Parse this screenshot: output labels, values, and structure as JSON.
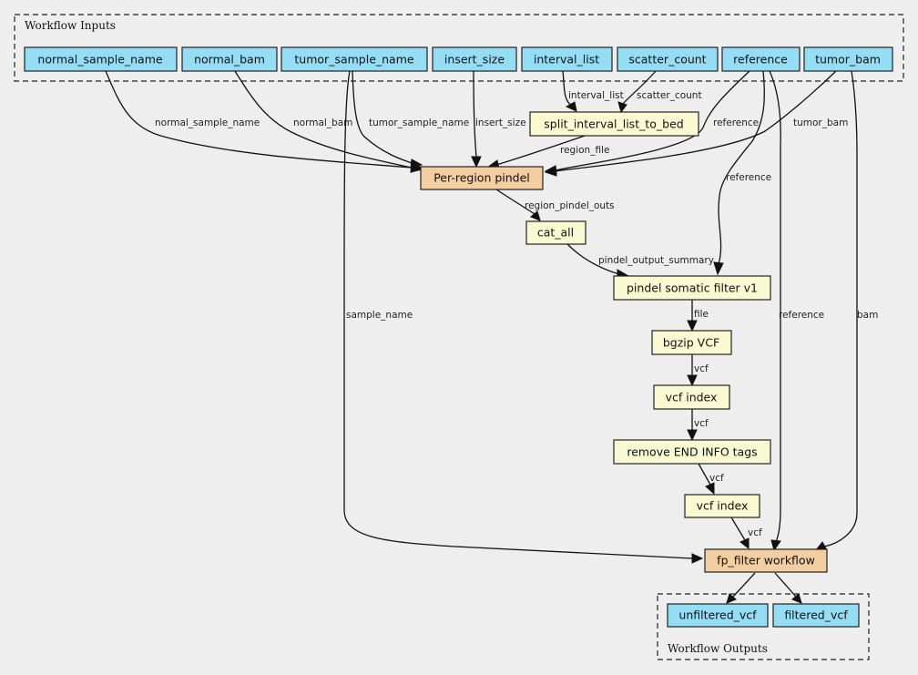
{
  "clusters": {
    "inputs_label": "Workflow Inputs",
    "outputs_label": "Workflow Outputs"
  },
  "nodes": {
    "normal_sample_name": "normal_sample_name",
    "normal_bam": "normal_bam",
    "tumor_sample_name": "tumor_sample_name",
    "insert_size": "insert_size",
    "interval_list": "interval_list",
    "scatter_count": "scatter_count",
    "reference": "reference",
    "tumor_bam": "tumor_bam",
    "split_interval_list_to_bed": "split_interval_list_to_bed",
    "per_region_pindel": "Per-region pindel",
    "cat_all": "cat_all",
    "pindel_somatic_filter": "pindel somatic filter v1",
    "bgzip_vcf": "bgzip VCF",
    "vcf_index_1": "vcf index",
    "remove_end_info": "remove END INFO tags",
    "vcf_index_2": "vcf index",
    "fp_filter": "fp_filter workflow",
    "unfiltered_vcf": "unfiltered_vcf",
    "filtered_vcf": "filtered_vcf"
  },
  "edges": {
    "normal_sample_name": "normal_sample_name",
    "normal_bam": "normal_bam",
    "tumor_sample_name": "tumor_sample_name",
    "insert_size": "insert_size",
    "interval_list": "interval_list",
    "scatter_count": "scatter_count",
    "region_file": "region_file",
    "reference_pindel": "reference",
    "tumor_bam": "tumor_bam",
    "reference_filter": "reference",
    "region_pindel_outs": "region_pindel_outs",
    "pindel_output_summary": "pindel_output_summary",
    "file": "file",
    "vcf_1": "vcf",
    "vcf_2": "vcf",
    "vcf_3": "vcf",
    "vcf_4": "vcf",
    "sample_name": "sample_name",
    "reference_fp": "reference",
    "bam": "bam"
  }
}
